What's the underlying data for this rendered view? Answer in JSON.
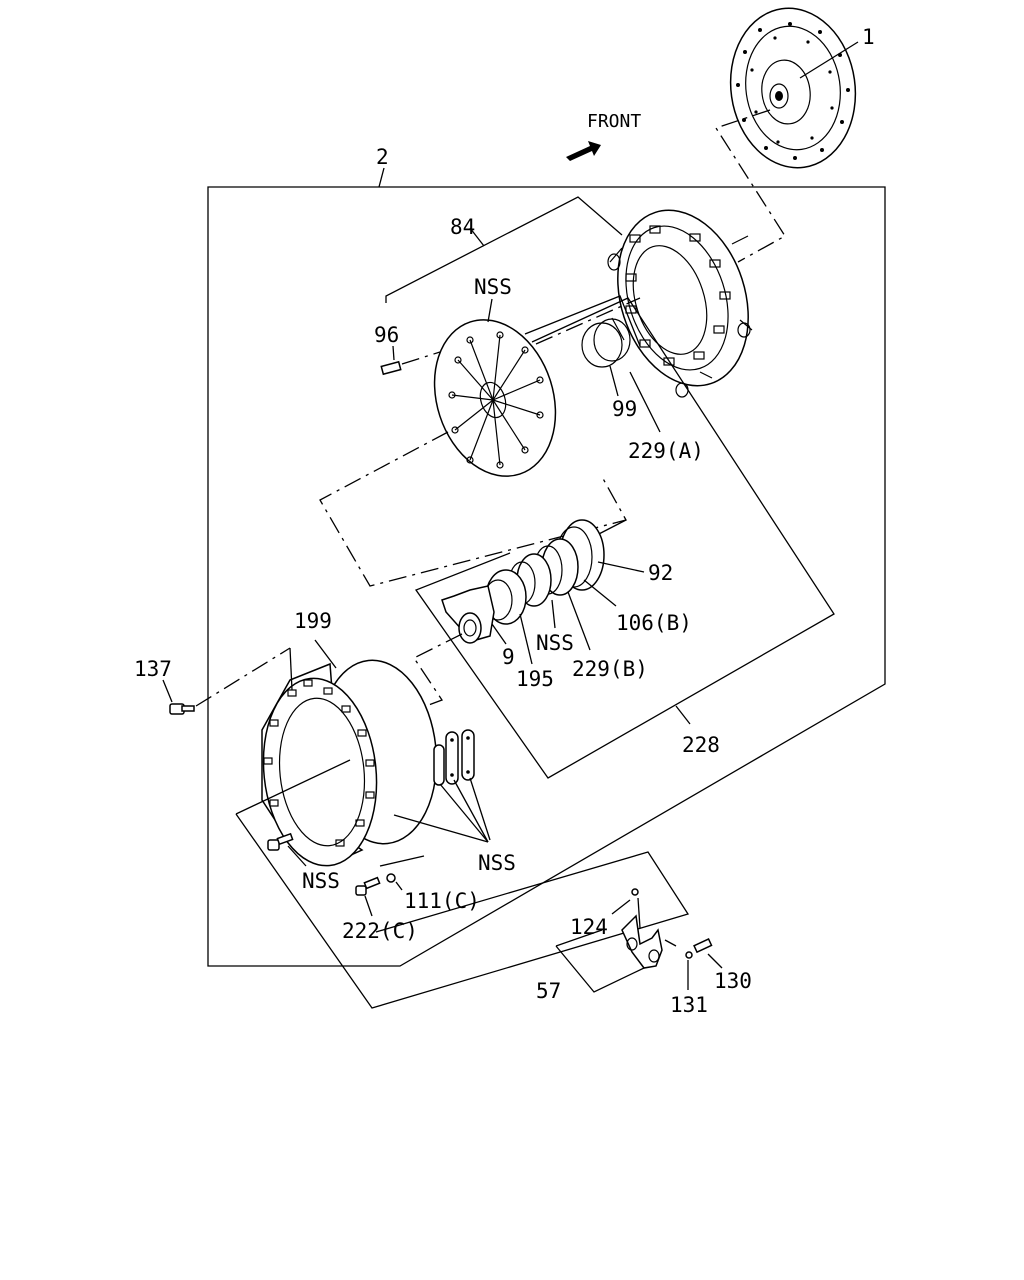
{
  "diagram": {
    "front_label": "FRONT",
    "callouts": {
      "c1": "1",
      "c2": "2",
      "c84": "84",
      "nss_top": "NSS",
      "c96": "96",
      "c99": "99",
      "c229a": "229(A)",
      "c92": "92",
      "c106b": "106(B)",
      "nss_mid": "NSS",
      "c229b": "229(B)",
      "c9": "9",
      "c195": "195",
      "c199": "199",
      "c137": "137",
      "c228": "228",
      "nss_low_right": "NSS",
      "nss_low_left": "NSS",
      "c111c": "111(C)",
      "c222c": "222(C)",
      "c124": "124",
      "c57": "57",
      "c130": "130",
      "c131": "131"
    }
  }
}
